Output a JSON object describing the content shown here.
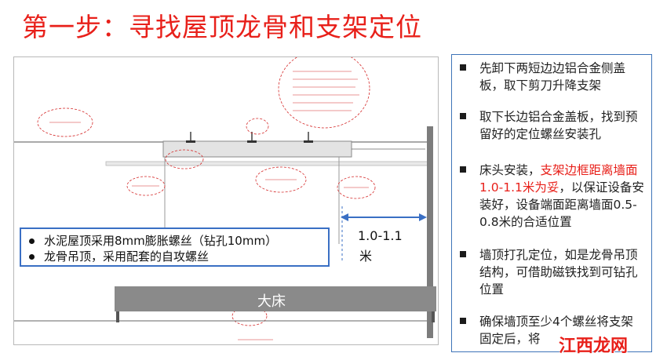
{
  "slide": {
    "title": "第一步：寻找屋顶龙骨和支架定位"
  },
  "diagram": {
    "bullets": [
      "水泥屋顶采用8mm膨胀螺丝（钻孔10mm）",
      "龙骨吊顶，采用配套的自攻螺丝"
    ],
    "distance_label_line1": "1.0-1.1",
    "distance_label_line2": "米",
    "bed_label": "大床"
  },
  "steps": [
    {
      "text": "先卸下两短边边铝合金侧盖板，取下剪刀升降支架"
    },
    {
      "text": "取下长边铝合金盖板，找到预留好的定位螺丝安装孔"
    },
    {
      "text_a": "床头安装，",
      "text_red": "支架边框距离墙面1.0-1.1米为妥",
      "text_b": "，以保证设备安装好，设备端面距离墙面0.5-0.8米的合适位置"
    },
    {
      "text": "墙顶打孔定位，如是龙骨吊顶结构，可借助磁铁找到可钻孔位置"
    },
    {
      "text": "确保墙顶至少4个螺丝将支架固定后，将"
    }
  ],
  "watermark": "江西龙网"
}
